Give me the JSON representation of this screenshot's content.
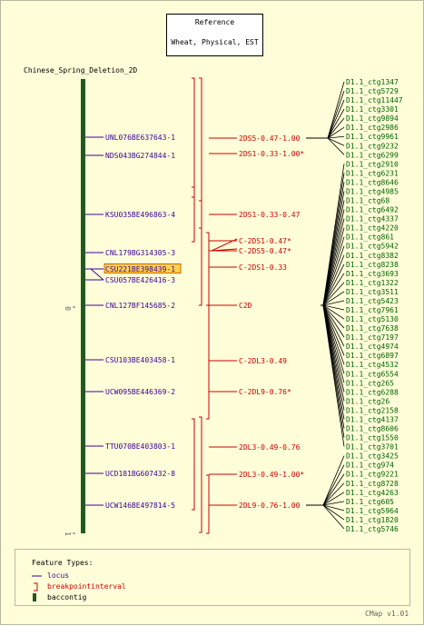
{
  "reference_box": {
    "title": "Reference",
    "subtitle": "Wheat, Physical, EST"
  },
  "map_title": "Chinese_Spring_Deletion_2D",
  "scale_labels": [
    "0",
    "1"
  ],
  "loci": [
    {
      "label": "UNL076BE637643-1",
      "highlight": false
    },
    {
      "label": "NDS043BG274844-1",
      "highlight": false
    },
    {
      "label": "KSU035BE496863-4",
      "highlight": false
    },
    {
      "label": "CNL179BG314305-3",
      "highlight": false
    },
    {
      "label": "CSU221BE398439-1",
      "highlight": true
    },
    {
      "label": "CSU057BE426416-3",
      "highlight": false
    },
    {
      "label": "CNL127BF145685-2",
      "highlight": false
    },
    {
      "label": "CSU103BE403458-1",
      "highlight": false
    },
    {
      "label": "UCW095BE446369-2",
      "highlight": false
    },
    {
      "label": "TTU070BE403803-1",
      "highlight": false
    },
    {
      "label": "UCD181BG607432-8",
      "highlight": false
    },
    {
      "label": "UCW146BE497814-5",
      "highlight": false
    }
  ],
  "intervals": [
    {
      "label": "2DS5-0.47-1.00"
    },
    {
      "label": "2DS1-0.33-1.00*"
    },
    {
      "label": "2DS1-0.33-0.47"
    },
    {
      "label": "C-2DS1-0.47*"
    },
    {
      "label": "C-2DS5-0.47*"
    },
    {
      "label": "C-2DS1-0.33"
    },
    {
      "label": "C2D"
    },
    {
      "label": "C-2DL3-0.49"
    },
    {
      "label": "C-2DL9-0.76*"
    },
    {
      "label": "2DL3-0.49-0.76"
    },
    {
      "label": "2DL3-0.49-1.00*"
    },
    {
      "label": "2DL9-0.76-1.00"
    }
  ],
  "contigs": [
    "D1.1_ctg1347",
    "D1.1_ctg5729",
    "D1.1_ctg11447",
    "D1.1_ctg3301",
    "D1.1_ctg9894",
    "D1.1_ctg2986",
    "D1.1_ctg9961",
    "D1.1_ctg9232",
    "D1.1_ctg6299",
    "D1.1_ctg2910",
    "D1.1_ctg6231",
    "D1.1_ctg8646",
    "D1.1_ctg4985",
    "D1.1_ctg68",
    "D1.1_ctg6492",
    "D1.1_ctg4337",
    "D1.1_ctg4220",
    "D1.1_ctg861",
    "D1.1_ctg5942",
    "D1.1_ctg8382",
    "D1.1_ctg8238",
    "D1.1_ctg3693",
    "D1.1_ctg1322",
    "D1.1_ctg3511",
    "D1.1_ctg5423",
    "D1.1_ctg7961",
    "D1.1_ctg5130",
    "D1.1_ctg7638",
    "D1.1_ctg7197",
    "D1.1_ctg4974",
    "D1.1_ctg6897",
    "D1.1_ctg4532",
    "D1.1_ctg6554",
    "D1.1_ctg265",
    "D1.1_ctg6288",
    "D1.1_ctg26",
    "D1.1_ctg2158",
    "D1.1_ctg4137",
    "D1.1_ctg8606",
    "D1.1_ctg1550",
    "D1.1_ctg3701",
    "D1.1_ctg3425",
    "D1.1_ctg974",
    "D1.1_ctg9221",
    "D1.1_ctg8728",
    "D1.1_ctg4263",
    "D1.1_ctg605",
    "D1.1_ctg5964",
    "D1.1_ctg1820",
    "D1.1_ctg5746"
  ],
  "legend": {
    "title": "Feature Types:",
    "items": [
      {
        "label": "locus",
        "icon": "locus-line-icon"
      },
      {
        "label": "breakpointinterval",
        "icon": "bracket-icon"
      },
      {
        "label": "baccontig",
        "icon": "bar-icon"
      }
    ]
  },
  "version": "CMap v1.01",
  "colors": {
    "background": "#fffed9",
    "locus": "#3b0099",
    "interval": "#cc0000",
    "contig": "#006400",
    "chromosome_bar": "#1f5a1f",
    "highlight": "#ffd24d"
  }
}
